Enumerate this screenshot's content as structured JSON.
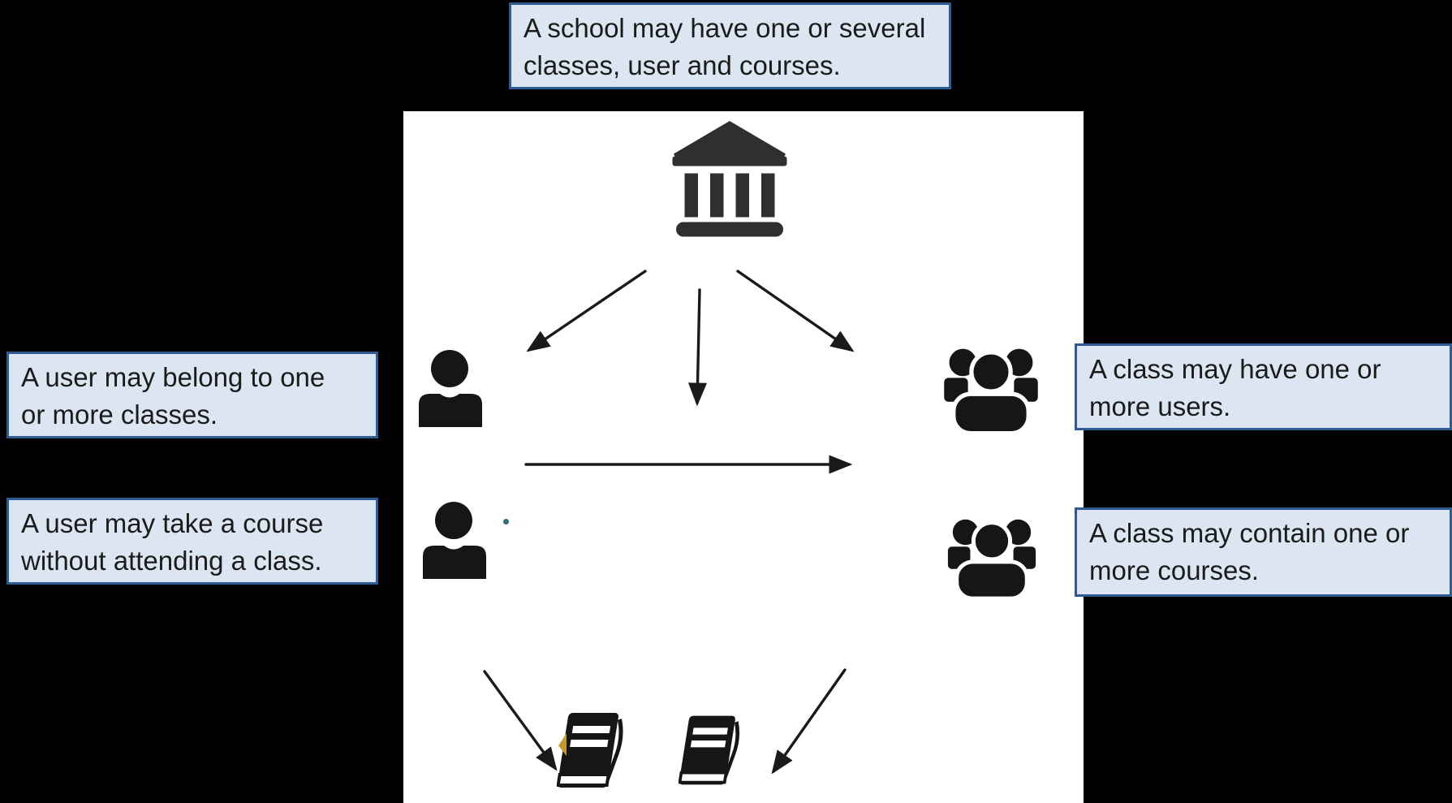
{
  "colors": {
    "background": "#000000",
    "panel": "#ffffff",
    "callout_fill": "#dce6f2",
    "callout_border": "#2f5b93",
    "ink": "#161616",
    "building_ink": "#2f2f2f",
    "arrow": "#1a1a1a"
  },
  "callouts": {
    "school": "A school may have one or several\nclasses, user and courses.",
    "user_classes": "A user may belong to one\nor more classes.",
    "user_course": "A user may take a course\nwithout attending a class.",
    "class_users": "A class may have one or\nmore users.",
    "class_courses": "A class may contain one or\nmore courses."
  },
  "diagram": {
    "nodes": [
      {
        "id": "school",
        "icon": "school-building-icon"
      },
      {
        "id": "user-top",
        "icon": "user-icon"
      },
      {
        "id": "class-top",
        "icon": "users-group-icon"
      },
      {
        "id": "user-bottom",
        "icon": "user-icon"
      },
      {
        "id": "class-bottom",
        "icon": "users-group-icon"
      },
      {
        "id": "course-left",
        "icon": "book-icon"
      },
      {
        "id": "course-right",
        "icon": "book-icon"
      }
    ],
    "edges": [
      {
        "from": "school",
        "to": "user-top"
      },
      {
        "from": "school",
        "to": "center-down"
      },
      {
        "from": "school",
        "to": "class-top"
      },
      {
        "from": "user-top",
        "to": "class-top"
      },
      {
        "from": "user-bottom",
        "to": "course-left"
      },
      {
        "from": "class-bottom",
        "to": "course-right"
      }
    ]
  }
}
